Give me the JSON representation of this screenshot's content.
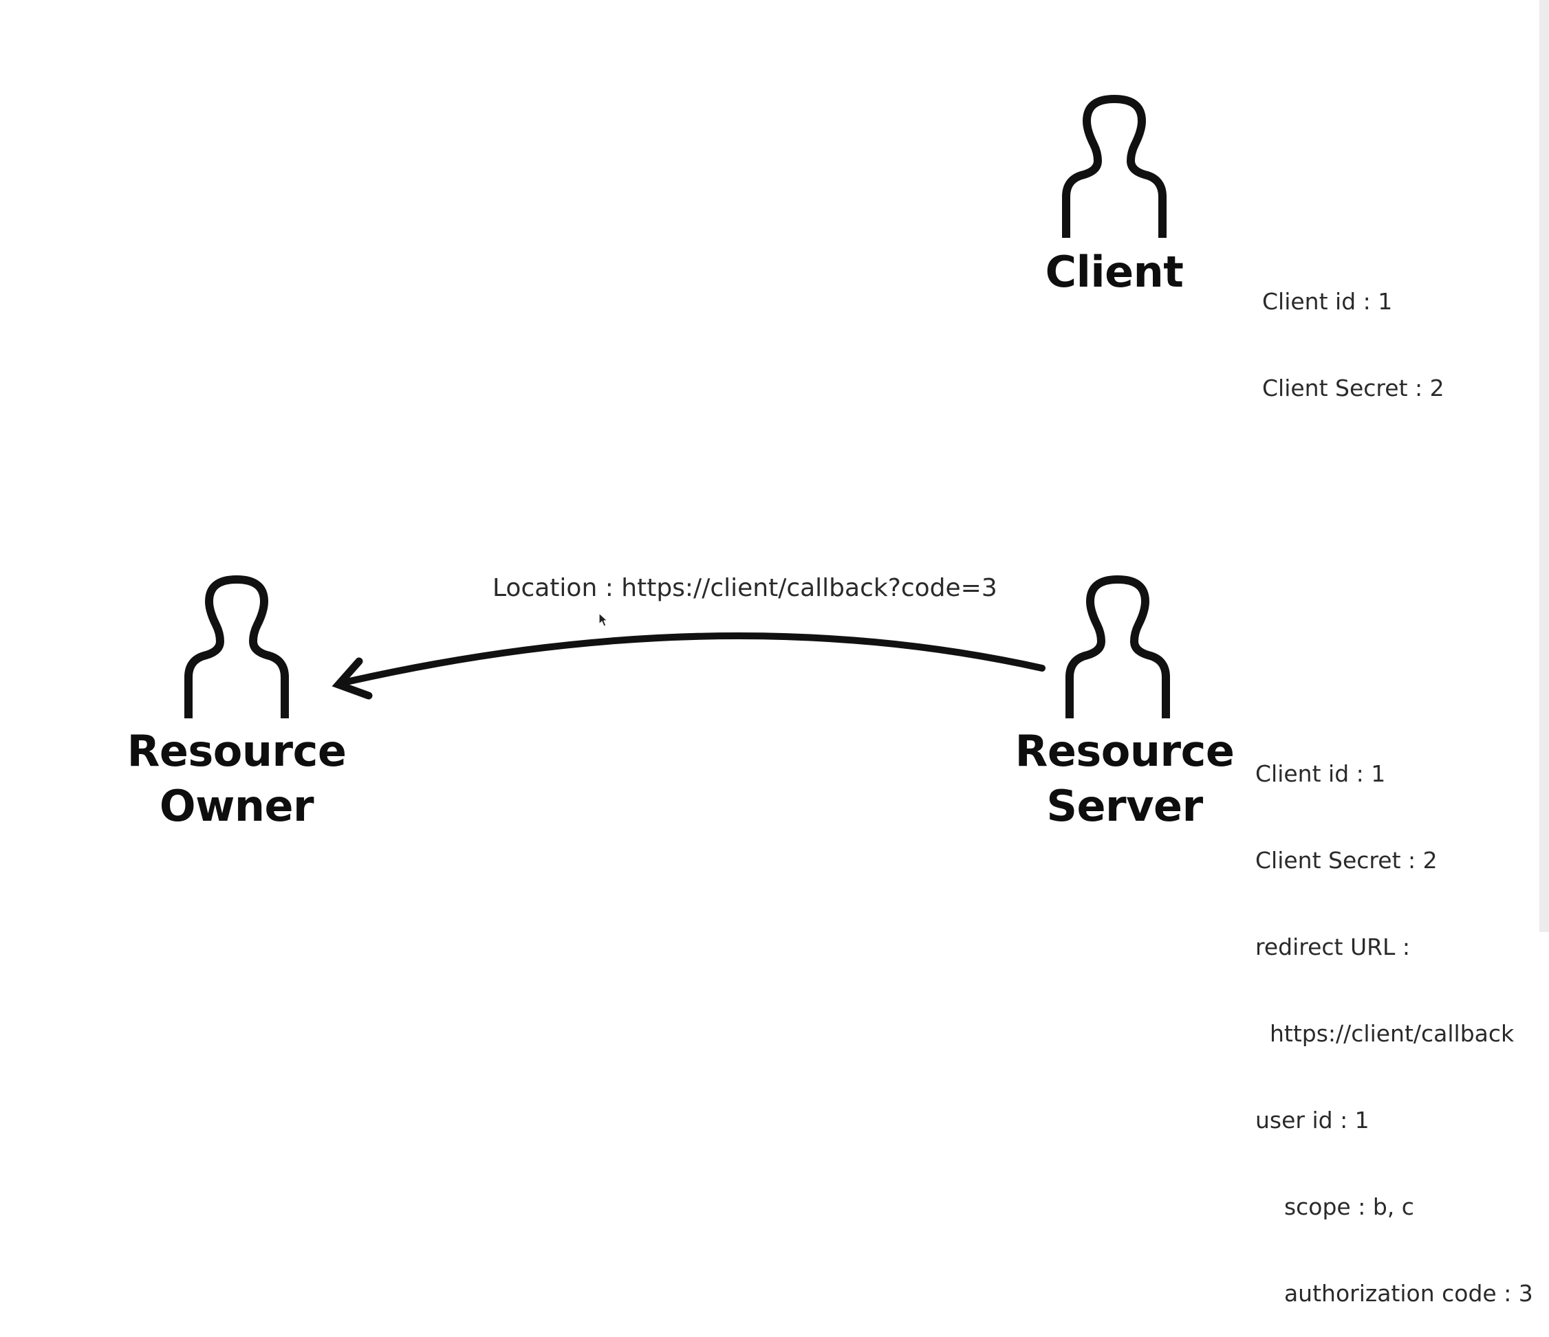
{
  "client": {
    "name": "Client",
    "info": [
      "Client id : 1",
      "Client Secret : 2"
    ]
  },
  "resource_owner": {
    "name_line1": "Resource",
    "name_line2": "Owner"
  },
  "resource_server": {
    "name_line1": "Resource",
    "name_line2": "Server",
    "info": [
      "Client id : 1",
      "Client Secret : 2",
      "redirect URL :",
      "  https://client/callback",
      "user id : 1",
      "    scope : b, c",
      "    authorization code : 3"
    ]
  },
  "redirect_arrow": {
    "label": "Location : https://client/callback?code=3"
  },
  "icons": {
    "client": "person-icon",
    "resource_owner": "person-icon",
    "resource_server": "person-icon",
    "arrow": "arrow-left-icon",
    "cursor": "mouse-cursor-icon"
  }
}
